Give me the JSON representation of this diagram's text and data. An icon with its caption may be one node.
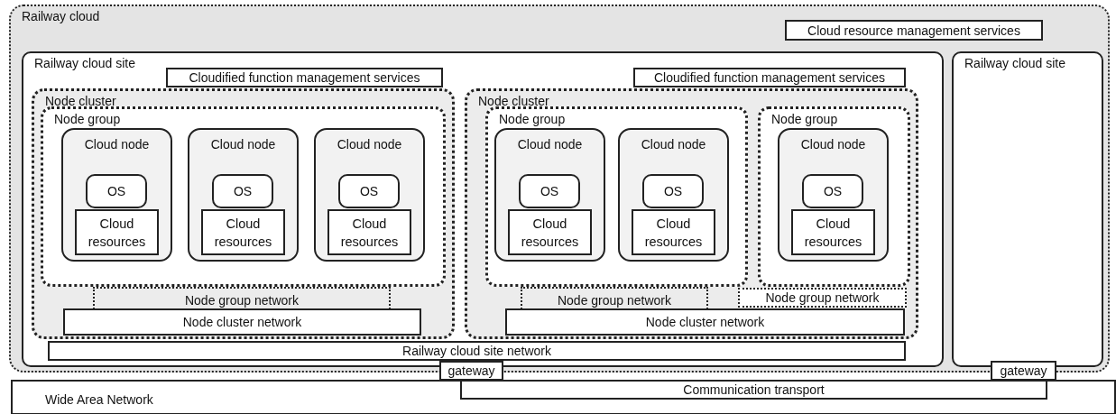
{
  "diagram": {
    "nodes": [
      {
        "text": [
          "Railway cloud"
        ]
      },
      {
        "text": [
          "Cloud resource management services"
        ],
        "in": 0
      },
      {
        "text": [
          "Railway cloud site"
        ],
        "in": 0
      },
      {
        "text": [
          "Cloudified function management services"
        ],
        "in": 2
      },
      {
        "text": [
          "Node cluster"
        ],
        "in": 2
      },
      {
        "text": [
          "Node group"
        ],
        "in": 4
      },
      {
        "text": [
          "Cloud node"
        ],
        "in": 5
      },
      {
        "text": [
          "OS"
        ],
        "in": 6
      },
      {
        "text": [
          "Cloud resources"
        ],
        "in": 6
      },
      {
        "text": [
          "Cloud node"
        ],
        "in": 5
      },
      {
        "text": [
          "OS"
        ],
        "in": 9
      },
      {
        "text": [
          "Cloud resources"
        ],
        "in": 9
      },
      {
        "text": [
          "Cloud node"
        ],
        "in": 5
      },
      {
        "text": [
          "OS"
        ],
        "in": 12
      },
      {
        "text": [
          "Cloud resources"
        ],
        "in": 12
      },
      {
        "text": [
          "Node group network"
        ],
        "in": 4
      },
      {
        "text": [
          "Node cluster network"
        ],
        "in": 4
      },
      {
        "text": [
          "Cloudified function management services"
        ],
        "in": 2
      },
      {
        "text": [
          "Node cluster"
        ],
        "in": 2
      },
      {
        "text": [
          "Node group"
        ],
        "in": 18
      },
      {
        "text": [
          "Cloud node"
        ],
        "in": 19
      },
      {
        "text": [
          "OS"
        ],
        "in": 20
      },
      {
        "text": [
          "Cloud resources"
        ],
        "in": 20
      },
      {
        "text": [
          "Cloud node"
        ],
        "in": 19
      },
      {
        "text": [
          "OS"
        ],
        "in": 23
      },
      {
        "text": [
          "Cloud resources"
        ],
        "in": 23
      },
      {
        "text": [
          "Node group"
        ],
        "in": 18
      },
      {
        "text": [
          "Cloud node"
        ],
        "in": 26
      },
      {
        "text": [
          "OS"
        ],
        "in": 27
      },
      {
        "text": [
          "Cloud resources"
        ],
        "in": 27
      },
      {
        "text": [
          "Node group network"
        ],
        "in": 18
      },
      {
        "text": [
          "Node group network"
        ],
        "in": 18
      },
      {
        "text": [
          "Node cluster network"
        ],
        "in": 18
      },
      {
        "text": [
          "Railway cloud site network"
        ],
        "in": 2
      },
      {
        "text": [
          "Railway cloud site"
        ],
        "in": 0
      },
      {
        "text": [
          "gateway"
        ]
      },
      {
        "text": [
          "gateway"
        ]
      },
      {
        "text": [
          "Wide Area Network"
        ]
      },
      {
        "text": [
          "Communication transport"
        ],
        "in": 37
      }
    ],
    "edges": []
  }
}
